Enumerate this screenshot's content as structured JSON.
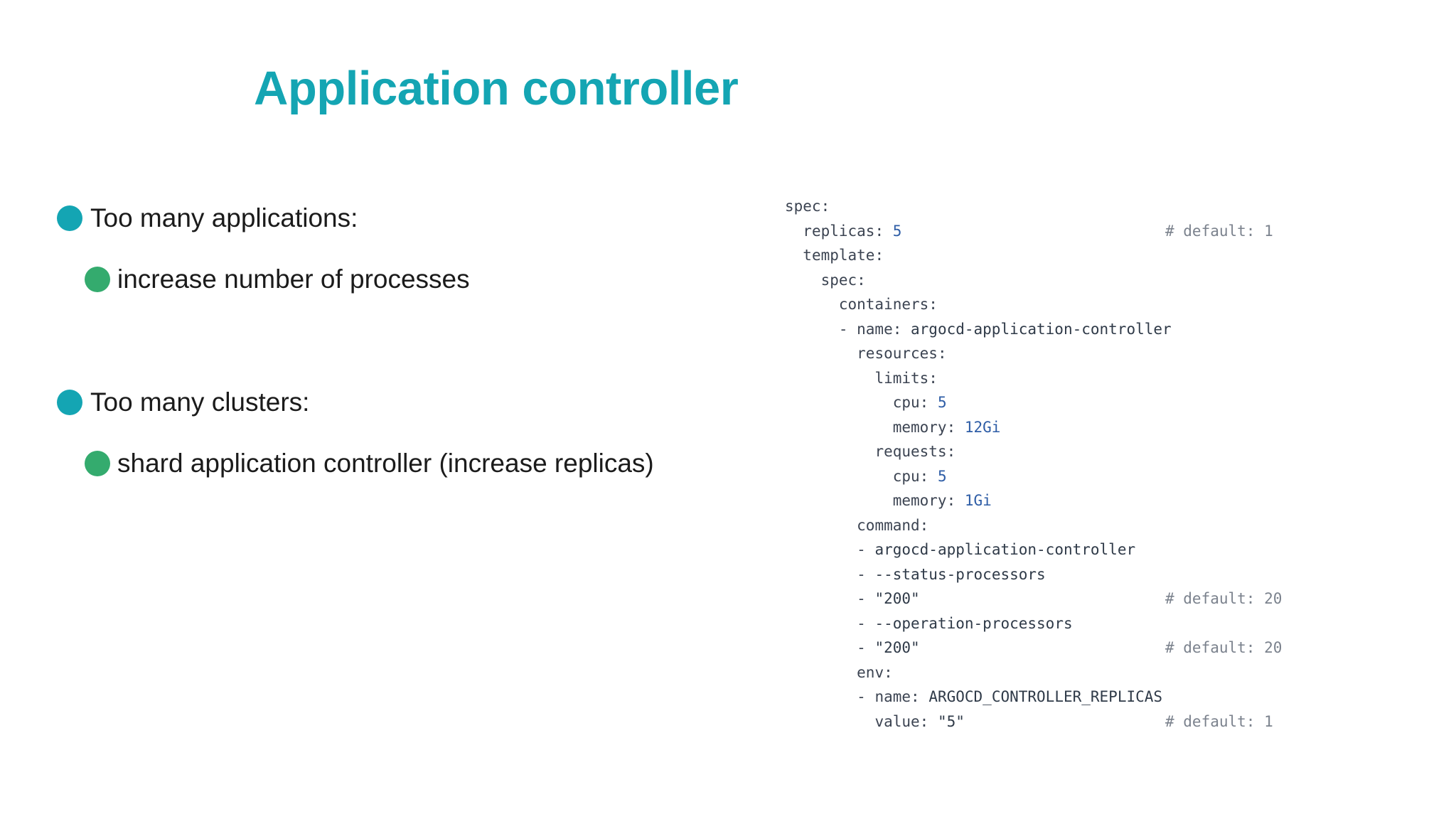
{
  "slide": {
    "title": "Application controller",
    "bullets": [
      {
        "text": "Too many applications:",
        "sub": "increase number of processes"
      },
      {
        "text": "Too many clusters:",
        "sub": "shard application controller (increase replicas)"
      }
    ]
  },
  "code": {
    "lines": [
      {
        "indent": "",
        "key": "spec:",
        "val": "",
        "comment": ""
      },
      {
        "indent": "  ",
        "key": "replicas:",
        "val": " 5",
        "comment": "# default: 1"
      },
      {
        "indent": "  ",
        "key": "template:",
        "val": "",
        "comment": ""
      },
      {
        "indent": "    ",
        "key": "spec:",
        "val": "",
        "comment": ""
      },
      {
        "indent": "      ",
        "key": "containers:",
        "val": "",
        "comment": ""
      },
      {
        "indent": "      ",
        "key": "- name:",
        "val": " argocd-application-controller",
        "comment": ""
      },
      {
        "indent": "        ",
        "key": "resources:",
        "val": "",
        "comment": ""
      },
      {
        "indent": "          ",
        "key": "limits:",
        "val": "",
        "comment": ""
      },
      {
        "indent": "            ",
        "key": "cpu:",
        "val": " 5",
        "comment": ""
      },
      {
        "indent": "            ",
        "key": "memory:",
        "val": " 12Gi",
        "comment": ""
      },
      {
        "indent": "          ",
        "key": "requests:",
        "val": "",
        "comment": ""
      },
      {
        "indent": "            ",
        "key": "cpu:",
        "val": " 5",
        "comment": ""
      },
      {
        "indent": "            ",
        "key": "memory:",
        "val": " 1Gi",
        "comment": ""
      },
      {
        "indent": "        ",
        "key": "command:",
        "val": "",
        "comment": ""
      },
      {
        "indent": "        ",
        "key": "- ",
        "val": "argocd-application-controller",
        "comment": ""
      },
      {
        "indent": "        ",
        "key": "- ",
        "val": "--status-processors",
        "comment": ""
      },
      {
        "indent": "        ",
        "key": "- ",
        "val": "\"200\"",
        "comment": "# default: 20"
      },
      {
        "indent": "        ",
        "key": "- ",
        "val": "--operation-processors",
        "comment": ""
      },
      {
        "indent": "        ",
        "key": "- ",
        "val": "\"200\"",
        "comment": "# default: 20"
      },
      {
        "indent": "        ",
        "key": "env:",
        "val": "",
        "comment": ""
      },
      {
        "indent": "        ",
        "key": "- name:",
        "val": " ARGOCD_CONTROLLER_REPLICAS",
        "comment": ""
      },
      {
        "indent": "          ",
        "key": "value:",
        "val": " \"5\"",
        "comment": "# default: 1"
      }
    ]
  },
  "colors": {
    "title": "#14a5b3",
    "bullet_primary": "#14a5b3",
    "bullet_secondary": "#34ab6e"
  }
}
